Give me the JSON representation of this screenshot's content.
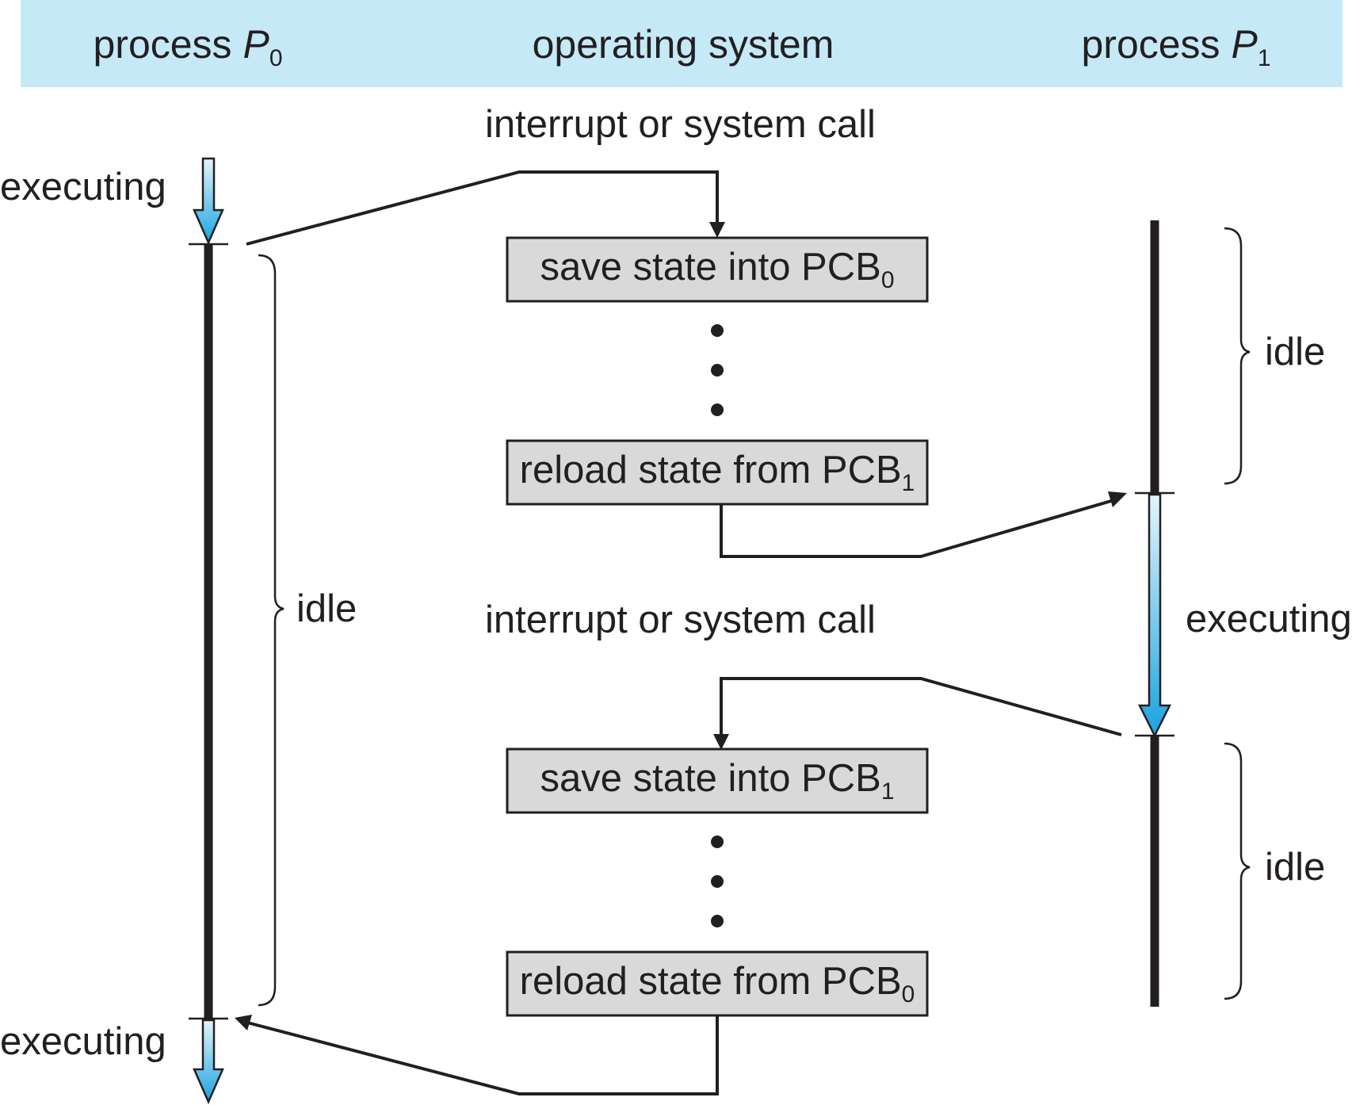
{
  "header": {
    "col_left": {
      "text": "process ",
      "italic": "P",
      "sub": "0"
    },
    "col_mid": "operating system",
    "col_right": {
      "text": "process ",
      "italic": "P",
      "sub": "1"
    }
  },
  "labels": {
    "interrupt_top": "interrupt or system call",
    "interrupt_mid": "interrupt or system call",
    "p0_executing_top": "executing",
    "p0_executing_bottom": "executing",
    "p0_idle": "idle",
    "p1_idle_top": "idle",
    "p1_executing": "executing",
    "p1_idle_bottom": "idle"
  },
  "boxes": {
    "save_pcb0": {
      "text": "save state into PCB",
      "sub": "0"
    },
    "reload_pcb1": {
      "text": "reload state from PCB",
      "sub": "1"
    },
    "save_pcb1": {
      "text": "save state into PCB",
      "sub": "1"
    },
    "reload_pcb0": {
      "text": "reload state from PCB",
      "sub": "0"
    }
  },
  "colors": {
    "header_band": "#c6e9f8",
    "box_fill": "#d9d9d9",
    "arrow_blue_light": "#e3f5fd",
    "arrow_blue_dark": "#1aa3e0",
    "ink": "#231f20"
  }
}
